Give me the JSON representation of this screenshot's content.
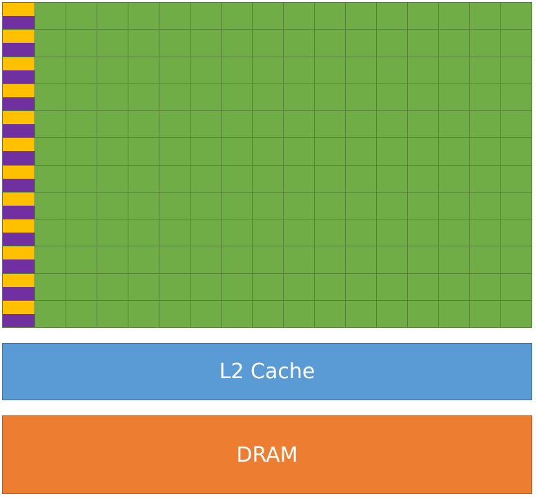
{
  "diagram": {
    "grid": {
      "rows": 12,
      "core_columns": 16,
      "colors": {
        "core": "#70ad47",
        "core_border": "#548235",
        "control_top": "#ffc000",
        "control_bottom": "#7030a0"
      }
    },
    "l2_cache": {
      "label": "L2 Cache",
      "color": "#5b9bd5"
    },
    "dram": {
      "label": "DRAM",
      "color": "#ed7d31"
    }
  }
}
